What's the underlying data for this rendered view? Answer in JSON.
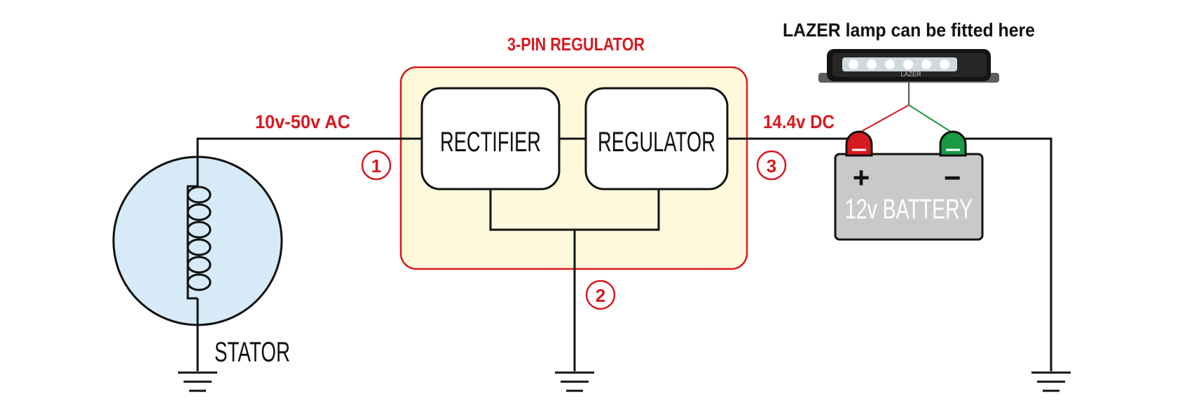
{
  "labels": {
    "lamp_caption": "LAZER lamp can be fitted here",
    "regulator_title": "3-PIN REGULATOR",
    "ac_voltage": "10v-50v AC",
    "dc_voltage": "14.4v DC",
    "rectifier": "RECTIFIER",
    "regulator": "REGULATOR",
    "stator": "STATOR",
    "battery": "12v BATTERY",
    "battery_positive": "+",
    "battery_negative": "−",
    "pin_1": "1",
    "pin_2": "2",
    "pin_3": "3"
  },
  "lamp_logo": "LAZER",
  "colors": {
    "red": "#d71920",
    "green": "#1a9a47",
    "wire": "#111111",
    "stator_fill": "#d6eaf8",
    "regulator_fill": "#fff9dc",
    "battery_fill": "#c9c9c9"
  },
  "icons": {
    "stator": "coil-icon",
    "ground": "ground-icon",
    "lamp": "led-light-bar-icon",
    "terminals": "battery-terminal-icon"
  }
}
